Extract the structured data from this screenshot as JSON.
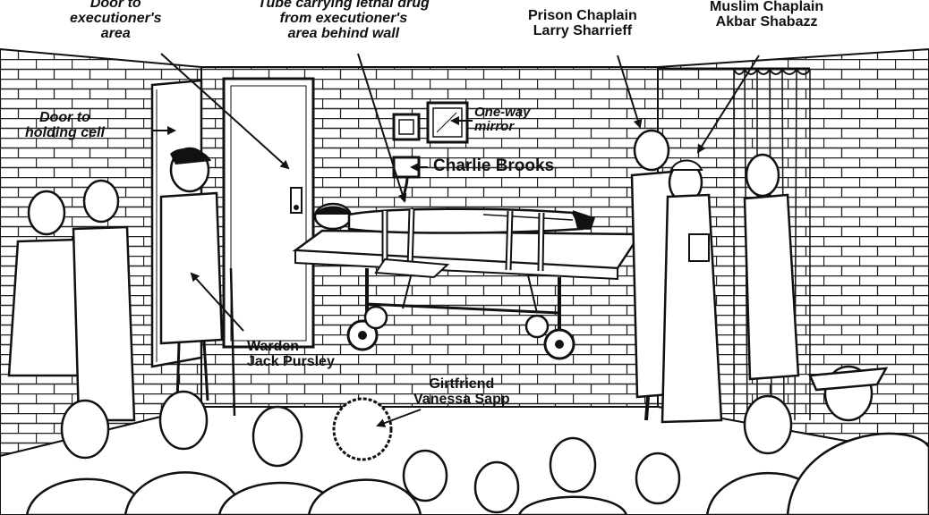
{
  "labels": {
    "door_exec": {
      "line1": "Door to",
      "line2": "executioner's",
      "line3": "area"
    },
    "tube": {
      "line1": "Tube carrying lethal drug",
      "line2": "from executioner's",
      "line3": "area behind wall"
    },
    "prison_chap": {
      "line1": "Prison Chaplain",
      "line2": "Larry Sharrieff"
    },
    "muslim_chap": {
      "line1": "Muslim Chaplain",
      "line2": "Akbar Shabazz"
    },
    "door_cell": {
      "line1": "Door to",
      "line2": "holding cell"
    },
    "mirror": {
      "line1": "One-way",
      "line2": "mirror"
    },
    "inmate": {
      "line1": "Charlie Brooks"
    },
    "warden": {
      "line1": "Warden",
      "line2": "Jack Pursley"
    },
    "girlfriend": {
      "line1": "Girtfriend",
      "line2": "Vanessa Sapp"
    }
  },
  "colors": {
    "ink": "#111111",
    "paper": "#ffffff"
  }
}
